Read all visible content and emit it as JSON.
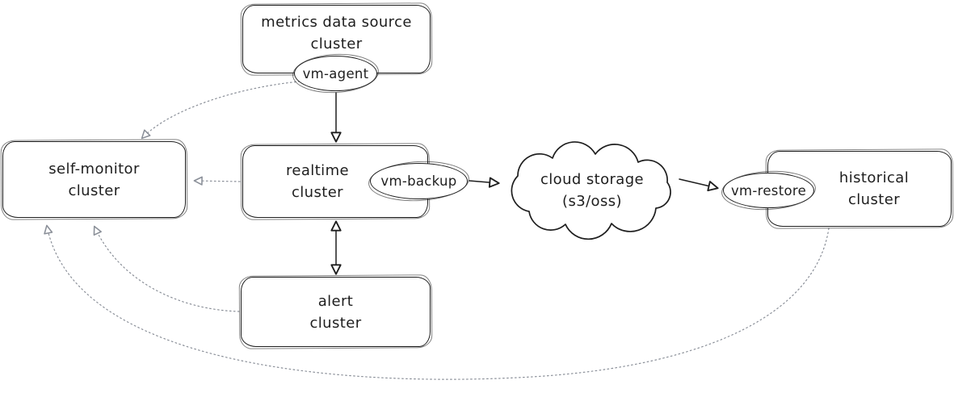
{
  "colors": {
    "stroke": "#1e1e1e",
    "muted": "#8a8f98",
    "background": "#ffffff"
  },
  "nodes": {
    "metrics_source": {
      "label": "metrics data source\ncluster",
      "shape": "rounded-box"
    },
    "vm_agent": {
      "label": "vm-agent",
      "shape": "ellipse"
    },
    "self_monitor": {
      "label": "self-monitor\ncluster",
      "shape": "rounded-box"
    },
    "realtime": {
      "label": "realtime\ncluster",
      "shape": "rounded-box"
    },
    "vm_backup": {
      "label": "vm-backup",
      "shape": "ellipse"
    },
    "cloud_storage": {
      "label": "cloud storage\n(s3/oss)",
      "shape": "cloud"
    },
    "vm_restore": {
      "label": "vm-restore",
      "shape": "ellipse"
    },
    "historical": {
      "label": "historical\ncluster",
      "shape": "rounded-box"
    },
    "alert": {
      "label": "alert\ncluster",
      "shape": "rounded-box"
    }
  },
  "edges": [
    {
      "from": "vm-agent",
      "to": "realtime cluster",
      "style": "solid",
      "direction": "one-way"
    },
    {
      "from": "vm-agent",
      "to": "self-monitor cluster",
      "style": "dotted",
      "direction": "one-way"
    },
    {
      "from": "realtime cluster",
      "to": "self-monitor cluster",
      "style": "dotted",
      "direction": "one-way"
    },
    {
      "from": "vm-backup",
      "to": "cloud storage",
      "style": "solid",
      "direction": "one-way"
    },
    {
      "from": "cloud storage",
      "to": "vm-restore",
      "style": "solid",
      "direction": "one-way"
    },
    {
      "from": "realtime cluster",
      "to": "alert cluster",
      "style": "solid",
      "direction": "two-way"
    },
    {
      "from": "alert cluster",
      "to": "self-monitor cluster",
      "style": "dotted",
      "direction": "one-way"
    },
    {
      "from": "historical cluster",
      "to": "self-monitor cluster",
      "style": "dotted",
      "direction": "one-way"
    }
  ]
}
